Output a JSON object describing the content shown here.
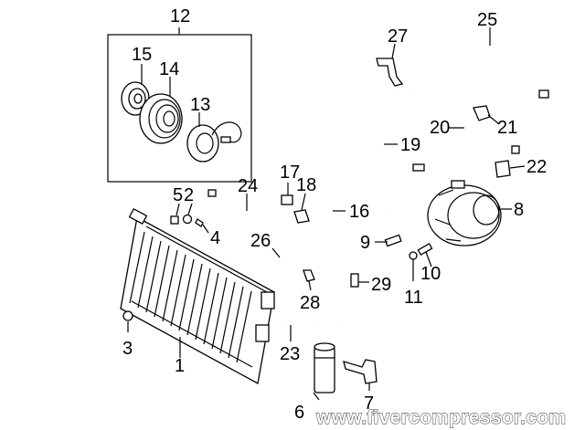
{
  "callouts": [
    "1",
    "2",
    "3",
    "4",
    "5",
    "6",
    "7",
    "8",
    "9",
    "10",
    "11",
    "12",
    "13",
    "14",
    "15",
    "16",
    "17",
    "18",
    "19",
    "20",
    "21",
    "22",
    "23",
    "24",
    "25",
    "26",
    "27",
    "28",
    "29"
  ],
  "watermark": "www.fivercompressor.com",
  "colors": {
    "line": "#000000",
    "background": "#ffffff",
    "watermark_fill": "#ffffff",
    "watermark_stroke": "#2a2a2a"
  }
}
